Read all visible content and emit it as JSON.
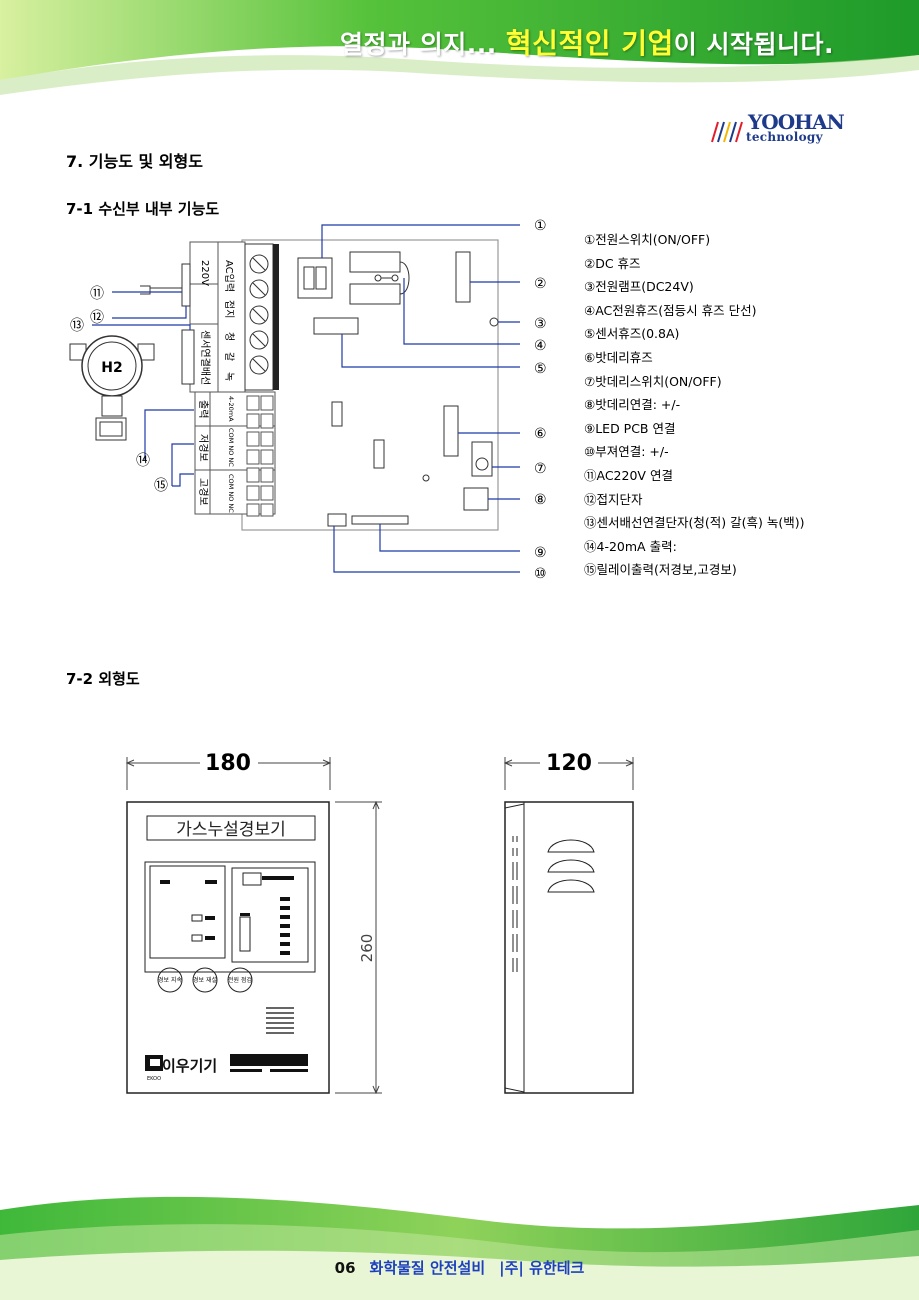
{
  "header": {
    "slogan_pre": "열정과 의지...",
    "slogan_highlight": "혁신적인 기업",
    "slogan_post": "이 시작됩니다.",
    "logo_text_top": "YOOHAN",
    "logo_text_sub": "technology"
  },
  "section": {
    "title": "7. 기능도 및 외형도",
    "sub1": "7-1 수신부 내부 기능도",
    "sub2": "7-2 외형도"
  },
  "legend": [
    "①전원스위치(ON/OFF)",
    "②DC 휴즈",
    "③전원램프(DC24V)",
    "④AC전원휴즈(점등시 휴즈 단선)",
    "⑤센서휴즈(0.8A)",
    "⑥밧데리휴즈",
    "⑦밧데리스위치(ON/OFF)",
    "⑧밧데리연결: +/-",
    "⑨LED PCB 연결",
    "⑩부져연결: +/-",
    "⑪AC220V 연결",
    "⑫접지단자",
    "⑬센서배선연결단자(청(적) 갈(흑) 녹(백))",
    "⑭4-20mA 출력:",
    "⑮릴레이출력(저경보,고경보)"
  ],
  "diagram": {
    "callouts_right": [
      "①",
      "②",
      "③",
      "④",
      "⑤",
      "⑥",
      "⑦",
      "⑧",
      "⑨",
      "⑩"
    ],
    "callouts_left": [
      "⑪",
      "⑫",
      "⑬",
      "⑭",
      "⑮"
    ],
    "sensor_label": "H2",
    "label_ac_input": "AC입력",
    "label_220v": "220V",
    "label_ground": "접지",
    "label_sensor_wiring": "센서연결배선",
    "label_blue": "청",
    "label_brown": "갈",
    "label_green": "녹",
    "label_output": "출력",
    "label_420ma": "4-20mA",
    "label_low_alarm": "저경보",
    "label_high_alarm": "고경보",
    "label_relay_contacts": "COM NO NC"
  },
  "outline": {
    "width_dim": "180",
    "depth_dim": "120",
    "height_dim": "260",
    "front_title": "가스누설경보기",
    "brand": "이우기기",
    "brand_sub": "EKOO",
    "btn1": "경보 지속",
    "btn2": "경보 재설",
    "btn3": "전원 점검"
  },
  "footer": {
    "page": "06",
    "text1": "화학물질 안전설비",
    "text2": "|주| 유한테크"
  }
}
